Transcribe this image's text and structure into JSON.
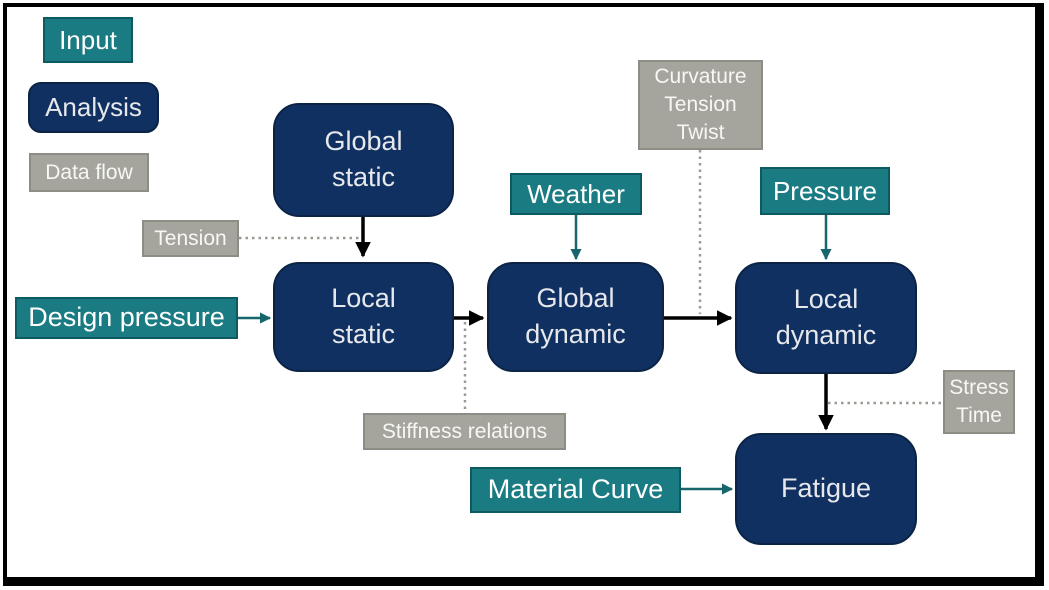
{
  "colors": {
    "background": "#ffffff",
    "frame": "#000000",
    "analysis_fill": "#0f3060",
    "analysis_border": "#0b2445",
    "analysis_text": "#e6e8ec",
    "input_fill": "#1b7b83",
    "input_border": "#0e5a61",
    "input_text": "#ffffff",
    "flow_fill": "#a6a59d",
    "flow_border": "#8e8d85",
    "flow_text": "#f7f7f4",
    "arrow_black": "#000000",
    "arrow_teal": "#17666d",
    "dotted_gray": "#9a9992"
  },
  "legend": {
    "input": "Input",
    "analysis": "Analysis",
    "data_flow": "Data flow"
  },
  "nodes": {
    "global_static": "Global\nstatic",
    "local_static": "Local\nstatic",
    "global_dynamic": "Global\ndynamic",
    "local_dynamic": "Local\ndynamic",
    "fatigue": "Fatigue"
  },
  "inputs": {
    "design_pressure": "Design pressure",
    "weather": "Weather",
    "pressure": "Pressure",
    "material_curve": "Material Curve"
  },
  "flow_labels": {
    "tension": "Tension",
    "curvature_tension_twist": "Curvature\nTension\nTwist",
    "stiffness_relations": "Stiffness relations",
    "stress_time": "Stress\nTime"
  }
}
